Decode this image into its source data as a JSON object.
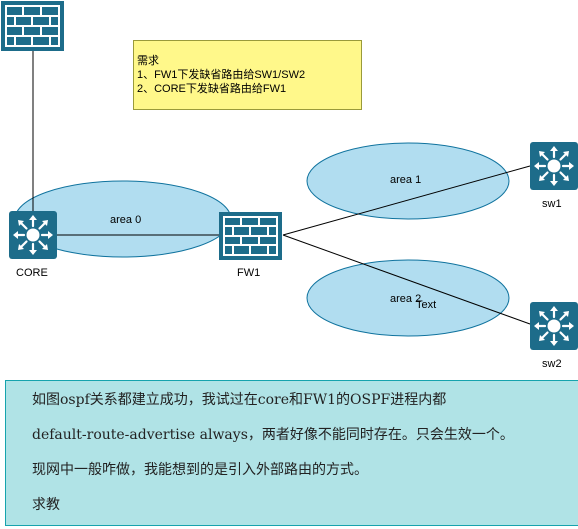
{
  "nodes": {
    "internet_fw": {
      "label": ""
    },
    "core": {
      "label": "CORE"
    },
    "fw1": {
      "label": "FW1"
    },
    "sw1": {
      "label": "sw1"
    },
    "sw2": {
      "label": "sw2"
    }
  },
  "areas": {
    "area0": "area 0",
    "area1": "area 1",
    "area2": "area 2",
    "stray_text": "Text"
  },
  "requirement_note": {
    "title": "需求",
    "line1": "1、FW1下发缺省路由给SW1/SW2",
    "line2": "2、CORE下发缺省路由给FW1"
  },
  "question": {
    "line1": "如图ospf关系都建立成功，我试过在core和FW1的OSPF进程内都",
    "line2": "default-route-advertise always，两者好像不能同时存在。只会生效一个。",
    "line3": "现网中一般咋做，我能想到的是引入外部路由的方式。",
    "line4": "求教"
  },
  "colors": {
    "device_fill": "#1d6c8a",
    "area_fill": "#b1ddf0",
    "area_stroke": "#10739e",
    "note_fill": "#fff88a",
    "question_fill": "#b0e3e6"
  },
  "icons": {
    "firewall": "firewall-icon",
    "switch": "l3-switch-icon"
  }
}
